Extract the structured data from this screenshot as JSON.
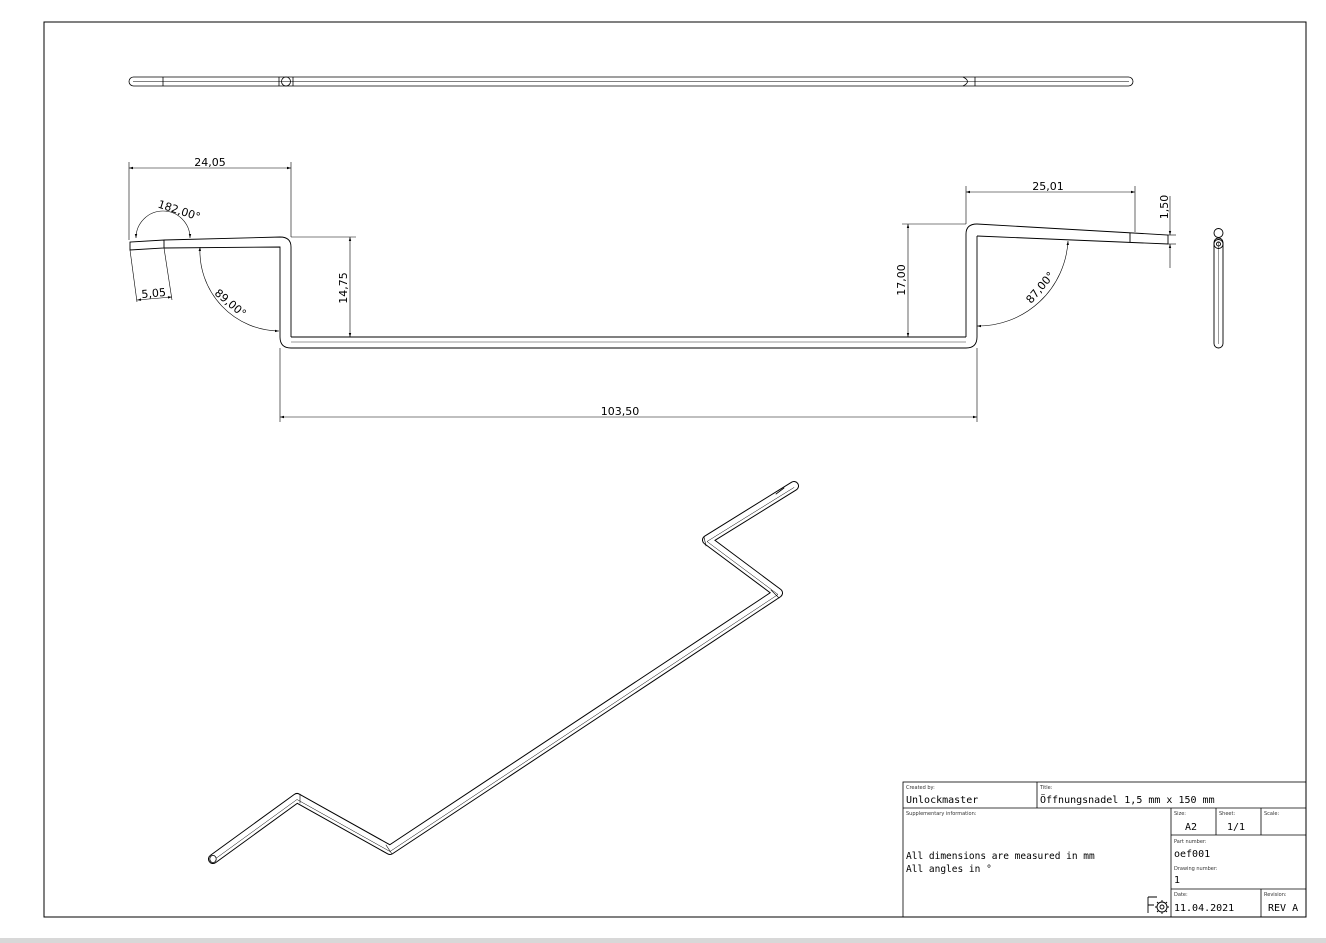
{
  "dimensions": {
    "left_length": "24,05",
    "right_length": "25,01",
    "total_length": "103,50",
    "left_height": "14,75",
    "right_height": "17,00",
    "diameter": "1,50",
    "tip_length": "5,05",
    "angle_tip": "182,00°",
    "angle_left": "89,00°",
    "angle_right": "87,00°"
  },
  "title_block": {
    "created_by_label": "Created by:",
    "created_by": "Unlockmaster",
    "title_label": "Title:",
    "title": "Öffnungsnadel 1,5 mm x 150 mm",
    "supplementary_label": "Supplementary information:",
    "supplementary_line1": "All dimensions are measured in mm",
    "supplementary_line2": "All angles in °",
    "size_label": "Size:",
    "size": "A2",
    "sheet_label": "Sheet:",
    "sheet": "1/1",
    "scale_label": "Scale:",
    "scale": "",
    "part_number_label": "Part number:",
    "part_number": "oef001",
    "drawing_number_label": "Drawing number:",
    "drawing_number": "1",
    "date_label": "Date:",
    "date": "11.04.2021",
    "revision_label": "Revision:",
    "revision": "REV A"
  },
  "colors": {
    "line": "#000000",
    "background": "#ffffff"
  }
}
